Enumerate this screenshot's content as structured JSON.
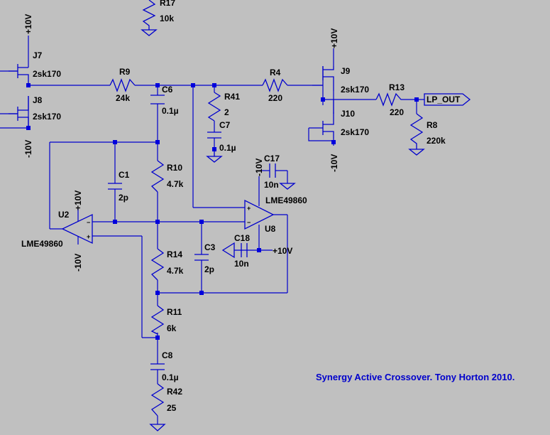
{
  "title": "Synergy Active Crossover. Tony Horton 2010.",
  "colors": {
    "background": "#c0c0c0",
    "wire": "#0000cc",
    "text": "#000000",
    "title": "#0000cc"
  },
  "components": {
    "r17": {
      "ref": "R17",
      "value": "10k"
    },
    "j7": {
      "ref": "J7",
      "value": "2sk170"
    },
    "j8": {
      "ref": "J8",
      "value": "2sk170"
    },
    "r9": {
      "ref": "R9",
      "value": "24k"
    },
    "c6": {
      "ref": "C6",
      "value": "0.1µ"
    },
    "r41": {
      "ref": "R41",
      "value": "2"
    },
    "c7": {
      "ref": "C7",
      "value": "0.1µ"
    },
    "r4": {
      "ref": "R4",
      "value": "220"
    },
    "j9": {
      "ref": "J9",
      "value": "2sk170"
    },
    "j10": {
      "ref": "J10",
      "value": "2sk170"
    },
    "r13": {
      "ref": "R13",
      "value": "220"
    },
    "r8": {
      "ref": "R8",
      "value": "220k"
    },
    "c1": {
      "ref": "C1",
      "value": "2p"
    },
    "r10": {
      "ref": "R10",
      "value": "4.7k"
    },
    "c17": {
      "ref": "C17",
      "value": "10n"
    },
    "u8": {
      "ref": "U8",
      "value": "LME49860"
    },
    "u2": {
      "ref": "U2",
      "value": "LME49860"
    },
    "c18": {
      "ref": "C18",
      "value": "10n"
    },
    "r14": {
      "ref": "R14",
      "value": "4.7k"
    },
    "c3": {
      "ref": "C3",
      "value": "2p"
    },
    "r11": {
      "ref": "R11",
      "value": "6k"
    },
    "c8": {
      "ref": "C8",
      "value": "0.1µ"
    },
    "r42": {
      "ref": "R42",
      "value": "25"
    }
  },
  "nets": {
    "lp_out": "LP_OUT",
    "plus10": "+10V",
    "minus10": "-10V"
  }
}
